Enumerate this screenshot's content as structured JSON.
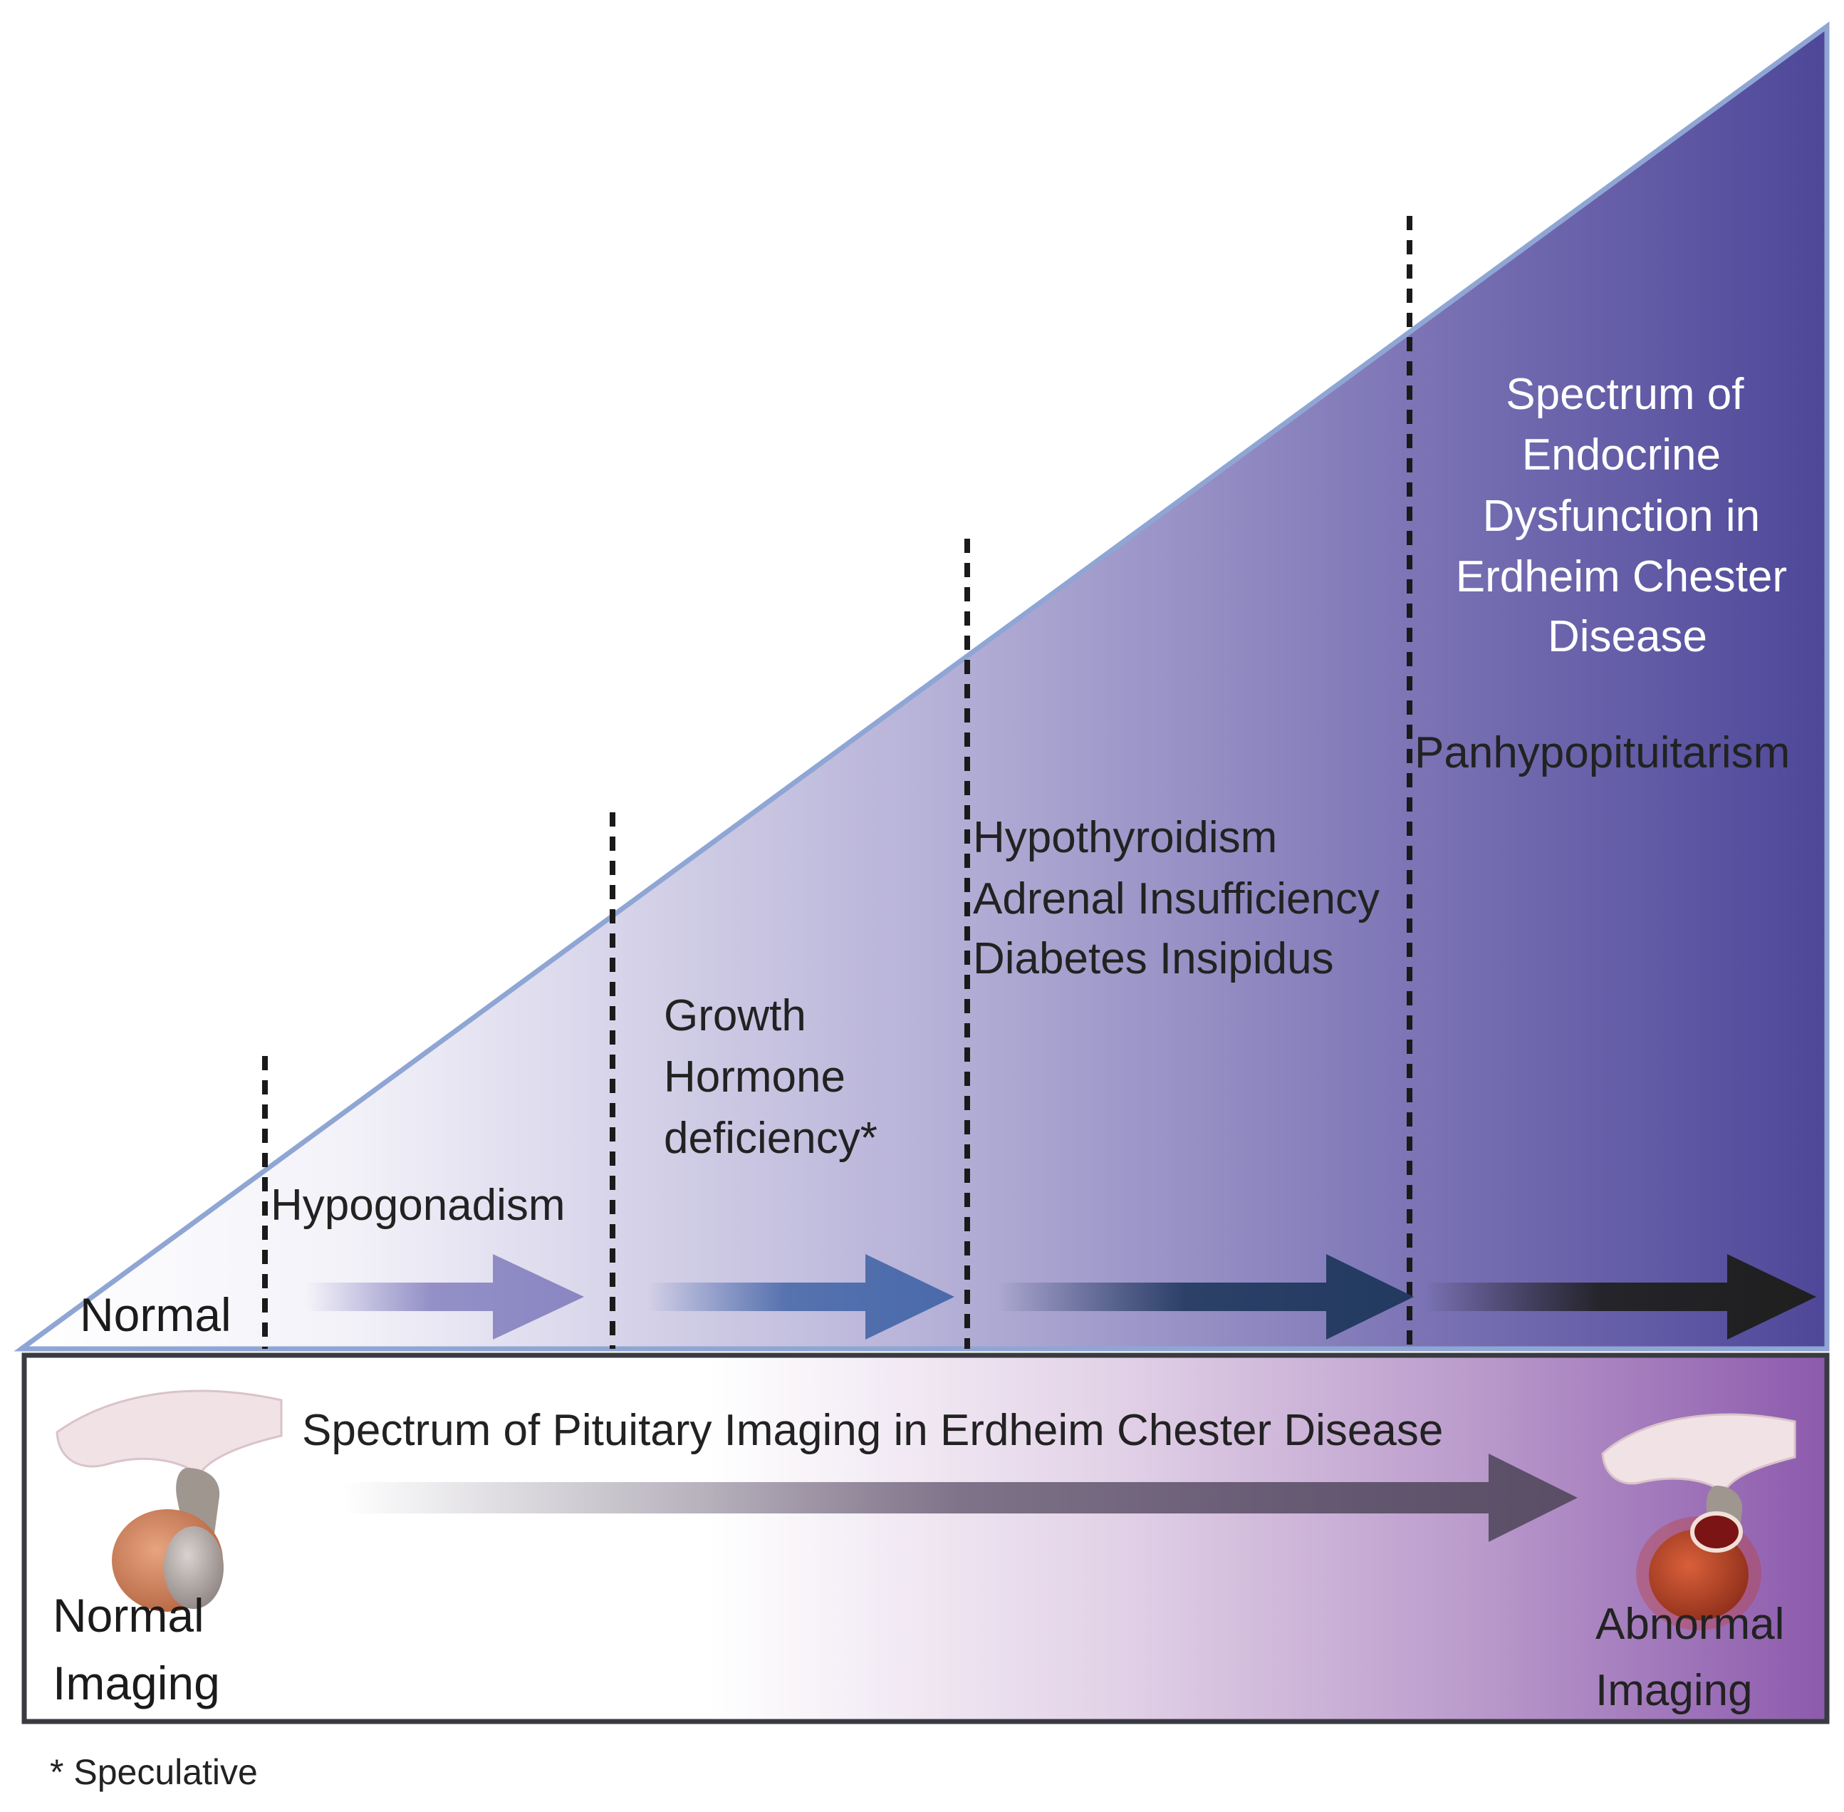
{
  "triangle": {
    "summary_title_lines": [
      "Spectrum of",
      "Endocrine",
      "Dysfunction in",
      "Erdheim Chester",
      "Disease"
    ],
    "stages": [
      {
        "id": "normal",
        "lines": [
          "Normal"
        ]
      },
      {
        "id": "hypogonadism",
        "lines": [
          "Hypogonadism"
        ]
      },
      {
        "id": "growth-hormone",
        "lines": [
          "Growth",
          "Hormone",
          "deficiency*"
        ]
      },
      {
        "id": "multi-hormone",
        "lines": [
          "Hypothyroidism",
          "Adrenal Insufficiency",
          "Diabetes Insipidus"
        ]
      },
      {
        "id": "panhypopituitarism",
        "lines": [
          "Panhypopituitarism"
        ]
      }
    ],
    "colors": {
      "gradient_start": "#ffffff",
      "gradient_mid": "#b3acd4",
      "gradient_end": "#4e4799",
      "outline": "#8fa6d4",
      "arrow_1": "#8a86c2",
      "arrow_2": "#4a6aaa",
      "arrow_3": "#233a60",
      "arrow_4": "#1f1f1f"
    }
  },
  "imaging_bar": {
    "title": "Spectrum of Pituitary Imaging in Erdheim Chester Disease",
    "left_label_lines": [
      "Normal",
      "Imaging"
    ],
    "right_label_lines": [
      "Abnormal",
      "Imaging"
    ],
    "colors": {
      "gradient_end": "#8c5aad",
      "border": "#3a3a42",
      "arrow": "#5a4e66"
    },
    "icons": [
      "normal-pituitary-icon",
      "abnormal-pituitary-icon"
    ]
  },
  "footnote": "* Speculative"
}
